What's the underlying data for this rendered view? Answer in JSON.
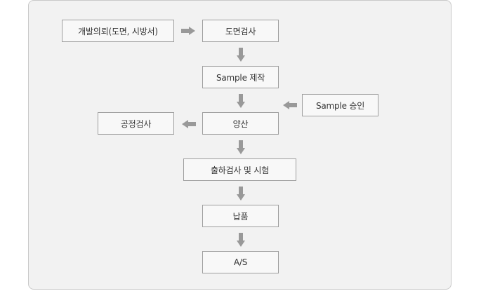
{
  "colors": {
    "panel_bg": "#f2f2f2",
    "panel_border": "#c9c9c9",
    "box_bg": "#f8f8f8",
    "box_border": "#9e9e9e",
    "arrow": "#999999",
    "text": "#333333"
  },
  "flow": {
    "dev_request": "개발의뢰(도면, 시방서)",
    "drawing_review": "도면검사",
    "sample_making": "Sample 제작",
    "sample_approval": "Sample 승인",
    "mass_production": "양산",
    "process_inspection": "공정검사",
    "shipping_inspection": "출하검사 및 시험",
    "delivery": "납품",
    "after_service": "A/S"
  }
}
